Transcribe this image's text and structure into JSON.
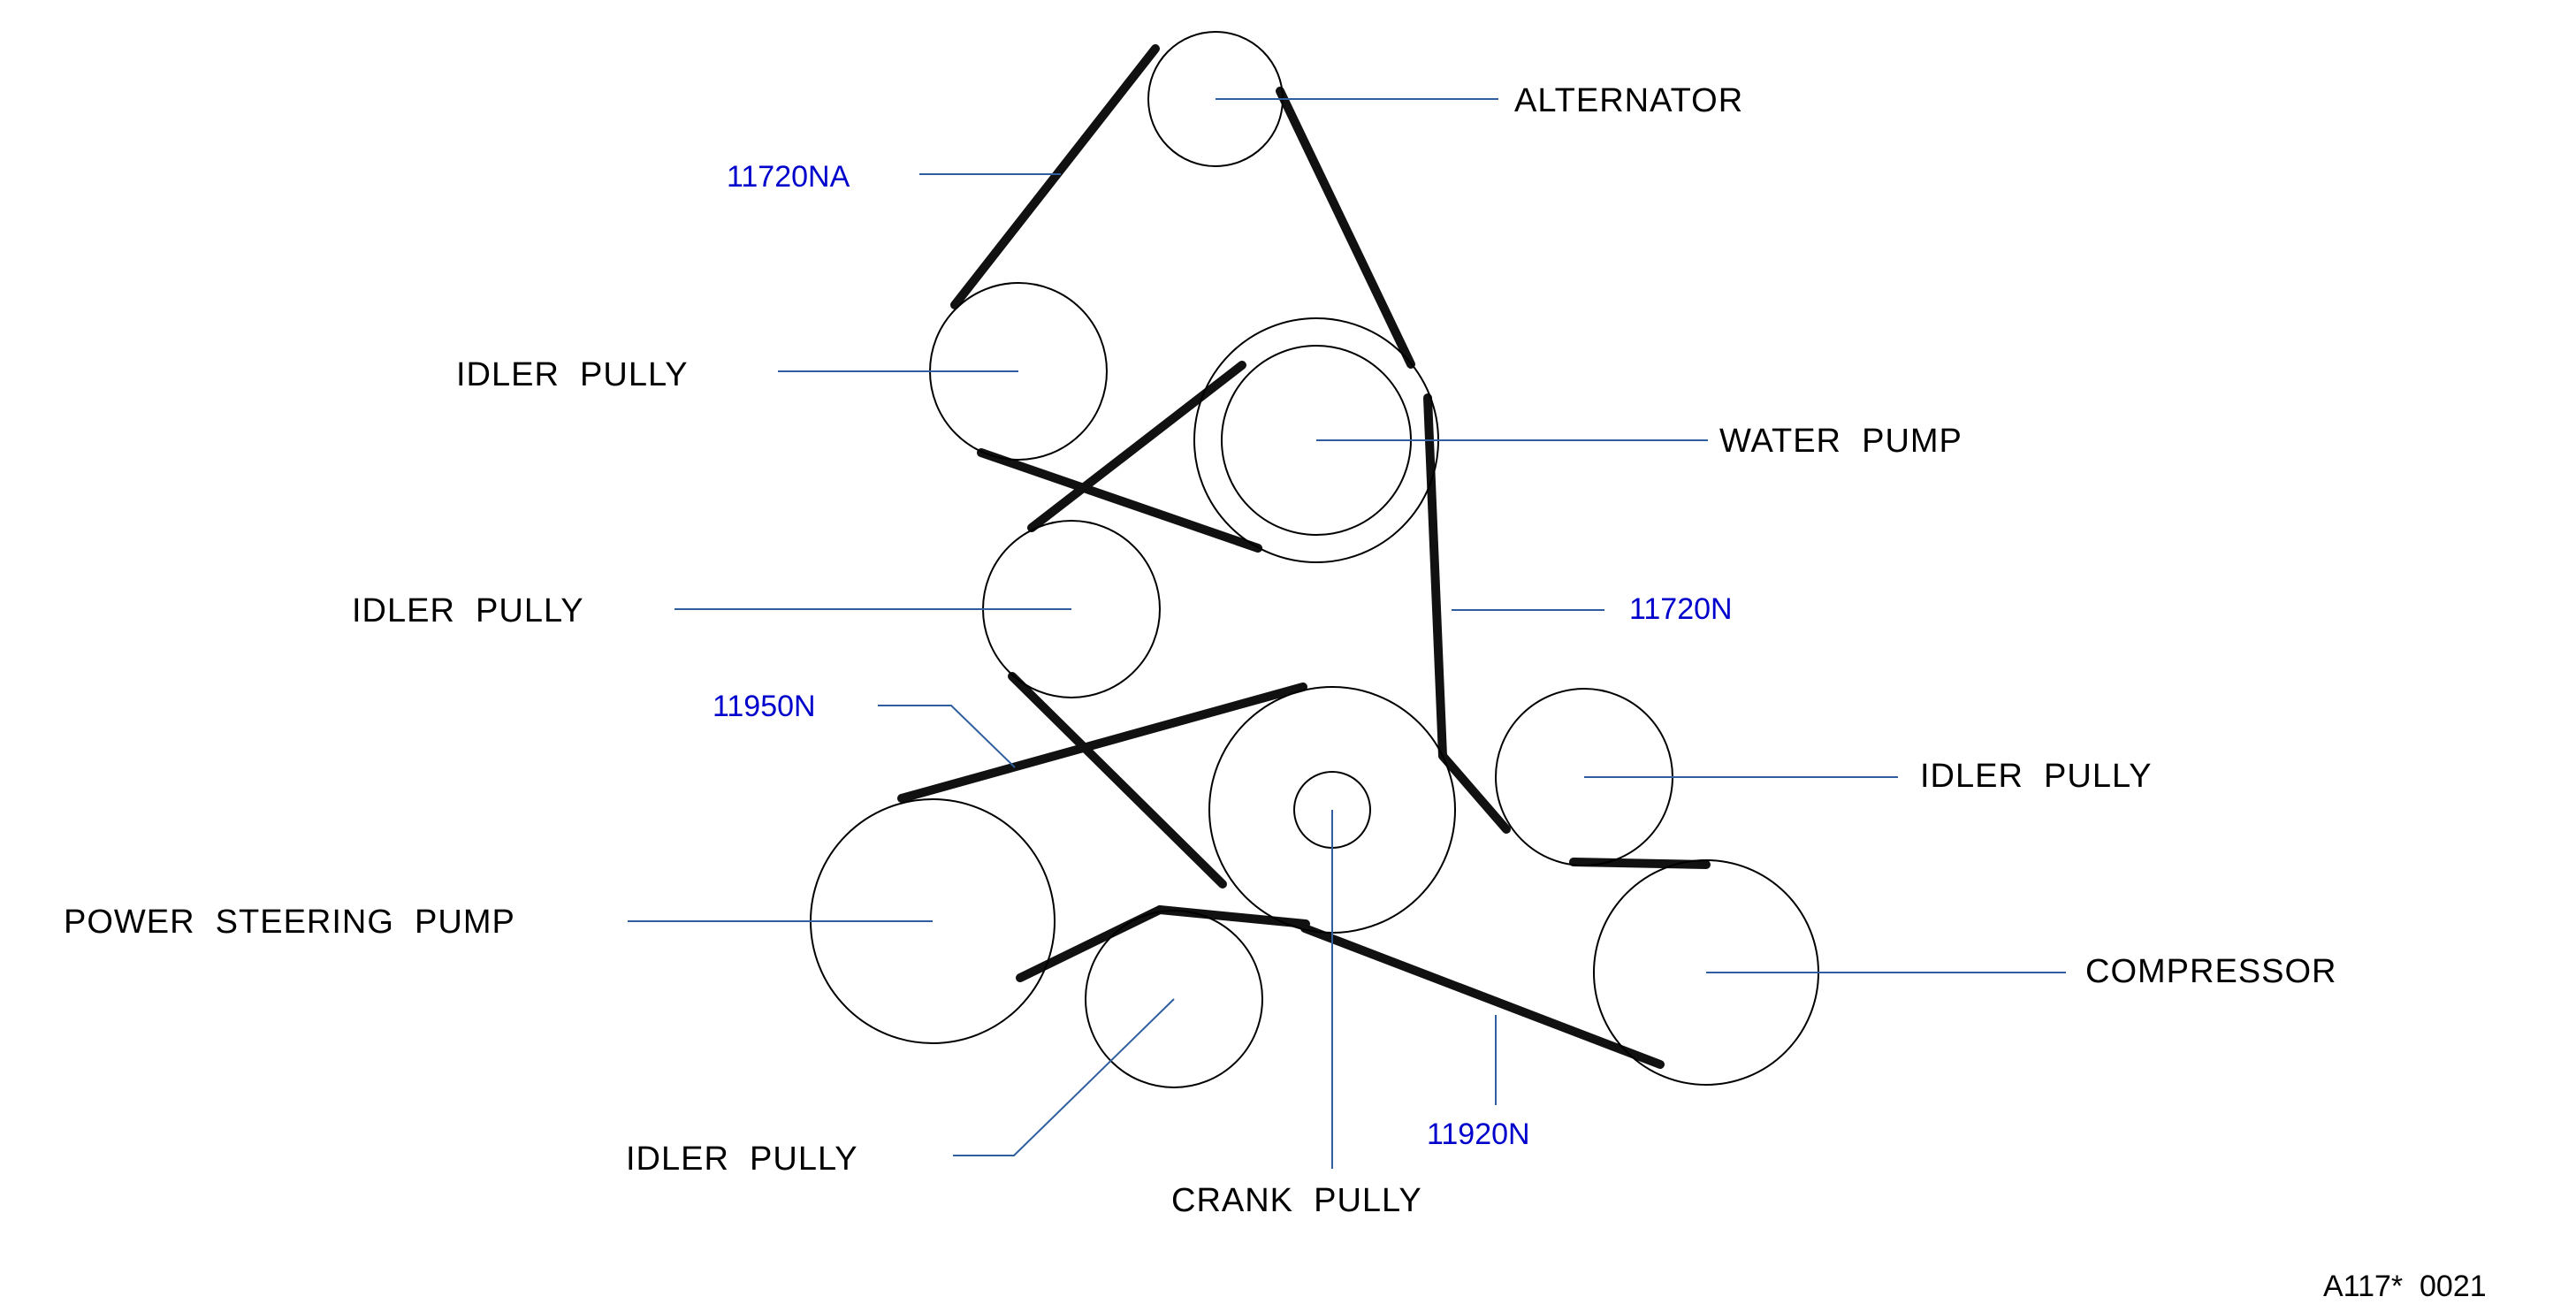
{
  "colors": {
    "part_number": "#0000cc",
    "leader": "#2f5f9f",
    "belt": "#111111"
  },
  "labels": {
    "alternator": "ALTERNATOR",
    "idler_pully_1": "IDLER  PULLY",
    "water_pump": "WATER  PUMP",
    "idler_pully_2": "IDLER  PULLY",
    "idler_pully_3": "IDLER  PULLY",
    "power_steering_pump": "POWER  STEERING  PUMP",
    "compressor": "COMPRESSOR",
    "idler_pully_4": "IDLER  PULLY",
    "crank_pully": "CRANK  PULLY"
  },
  "part_numbers": {
    "belt_11720na": "11720NA",
    "belt_11720n": "11720N",
    "belt_11950n": "11950N",
    "belt_11920n": "11920N"
  },
  "reference": "A117*  0021"
}
